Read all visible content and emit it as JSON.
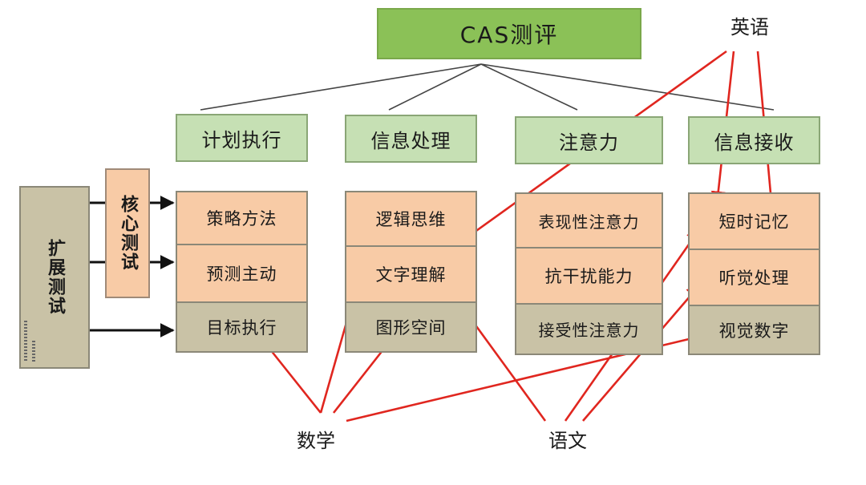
{
  "root": "CAS测评",
  "headers": [
    "计划执行",
    "信息处理",
    "注意力",
    "信息接收"
  ],
  "columns": [
    [
      "策略方法",
      "预测主动",
      "目标执行"
    ],
    [
      "逻辑思维",
      "文字理解",
      "图形空间"
    ],
    [
      "表现性注意力",
      "抗干扰能力",
      "接受性注意力"
    ],
    [
      "短时记忆",
      "听觉处理",
      "视觉数字"
    ]
  ],
  "side": {
    "extended": "扩展测试",
    "core": "核心测试"
  },
  "subjects": {
    "english": "英语",
    "math": "数学",
    "chinese": "语文"
  },
  "colors": {
    "root": "#8bc157",
    "header": "#c6e0b4",
    "core_cell": "#f8cba6",
    "extended_cell": "#c9c2a6",
    "arrow_red": "#e0261f"
  }
}
